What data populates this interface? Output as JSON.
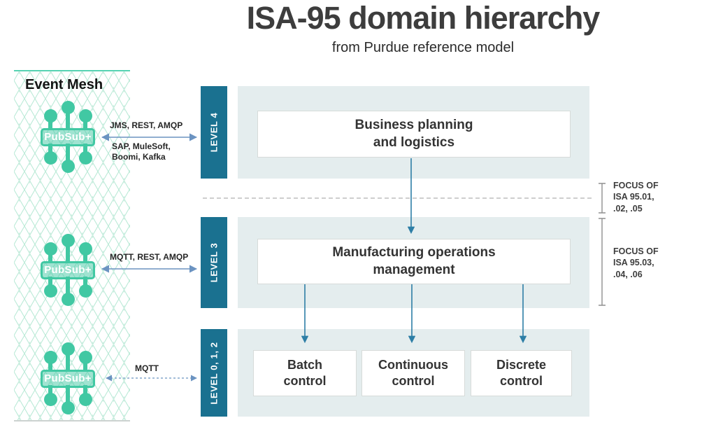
{
  "header": {
    "title": "ISA-95 domain hierarchy",
    "subtitle": "from Purdue reference model"
  },
  "event_mesh": {
    "title": "Event Mesh",
    "broker_label": "PubSub+",
    "connections": [
      {
        "protocols": "JMS, REST, AMQP",
        "integrations": "SAP, MuleSoft,\nBoomi, Kafka",
        "target": "LEVEL 4"
      },
      {
        "protocols": "MQTT, REST, AMQP",
        "target": "LEVEL 3"
      },
      {
        "protocols": "MQTT",
        "target": "LEVEL 0, 1, 2"
      }
    ]
  },
  "levels": [
    {
      "tab": "LEVEL 4",
      "boxes": [
        "Business planning\nand logistics"
      ]
    },
    {
      "tab": "LEVEL 3",
      "boxes": [
        "Manufacturing operations\nmanagement"
      ]
    },
    {
      "tab": "LEVEL 0, 1, 2",
      "boxes": [
        "Batch\ncontrol",
        "Continuous\ncontrol",
        "Discrete\ncontrol"
      ]
    }
  ],
  "annotations": [
    {
      "text": "FOCUS OF\nISA 95.01,\n.02, .05"
    },
    {
      "text": "FOCUS OF\nISA 95.03,\n.04, .06"
    }
  ],
  "colors": {
    "level_tab": "#1a7190",
    "level_band": "#e4edee",
    "broker_teal": "#41c8a3",
    "mesh_net": "#b5e8d4",
    "arrow_vertical": "#2d7ea6",
    "arrow_horizontal": "#6b93c1",
    "dashed_divider": "#bdbdbd",
    "bracket": "#8f8f8f",
    "title_text": "#3d3d3d"
  }
}
